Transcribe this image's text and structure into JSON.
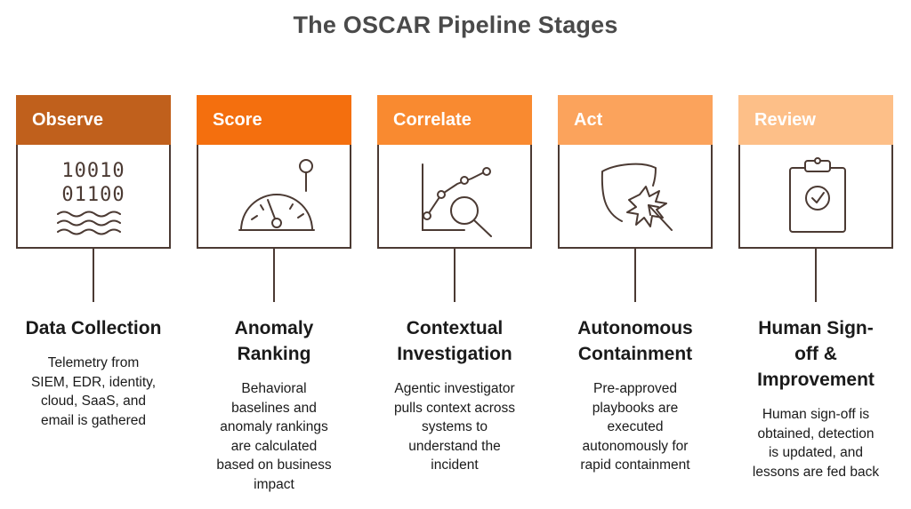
{
  "title": "The OSCAR Pipeline Stages",
  "stages": [
    {
      "label": "Observe",
      "color": "#c0601c",
      "icon": "binary-data-waves-icon",
      "heading_lines": [
        "Data Collection"
      ],
      "desc_lines": [
        "Telemetry from",
        "SIEM, EDR, identity,",
        "cloud, SaaS, and",
        "email is gathered"
      ]
    },
    {
      "label": "Score",
      "color": "#f46f0e",
      "icon": "gauge-dial-icon",
      "heading_lines": [
        "Anomaly",
        "Ranking"
      ],
      "desc_lines": [
        "Behavioral",
        "baselines and",
        "anomaly rankings",
        "are calculated",
        "based on business",
        "impact"
      ]
    },
    {
      "label": "Correlate",
      "color": "#f98a30",
      "icon": "magnifier-chart-icon",
      "heading_lines": [
        "Contextual",
        "Investigation"
      ],
      "desc_lines": [
        "Agentic investigator",
        "pulls context across",
        "systems to",
        "understand the",
        "incident"
      ]
    },
    {
      "label": "Act",
      "color": "#fba35c",
      "icon": "shield-strike-icon",
      "heading_lines": [
        "Autonomous",
        "Containment"
      ],
      "desc_lines": [
        "Pre-approved",
        "playbooks are",
        "executed",
        "autonomously for",
        "rapid containment"
      ]
    },
    {
      "label": "Review",
      "color": "#fdbf88",
      "icon": "clipboard-check-icon",
      "heading_lines": [
        "Human Sign-",
        "off &",
        "Improvement"
      ],
      "desc_lines": [
        "Human sign-off is",
        "obtained, detection",
        "is updated, and",
        "lessons are fed back"
      ]
    }
  ]
}
